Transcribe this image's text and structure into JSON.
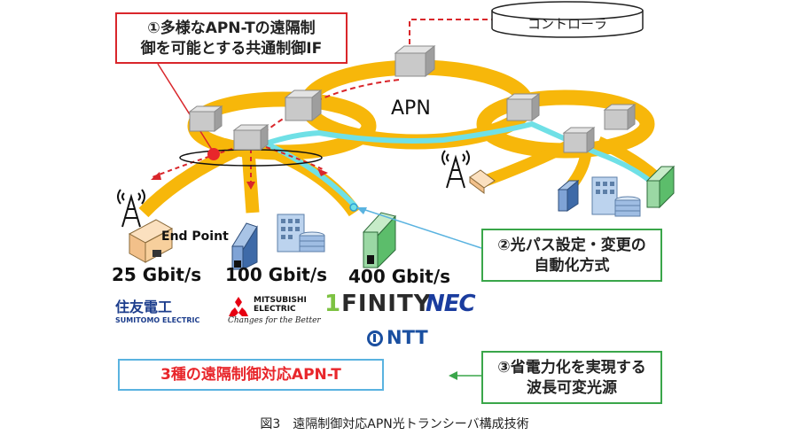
{
  "callouts": {
    "one": {
      "line1": "①多様なAPN-Tの遠隔制",
      "line2": "御を可能とする共通制御IF",
      "color": "#d9262b"
    },
    "two": {
      "line1": "②光パス設定・変更の",
      "line2": "自動化方式",
      "color": "#3aa64a"
    },
    "three": {
      "line1": "③省電力化を実現する",
      "line2": "波長可変光源",
      "color": "#3aa64a"
    }
  },
  "network": {
    "apn_label": "APN",
    "controller_label": "コントローラ",
    "ring_color": "#f7b70a",
    "path_color": "#6fe0e6"
  },
  "endpoints": {
    "label": "End Point",
    "rates": [
      "25 Gbit/s",
      "100 Gbit/s",
      "400 Gbit/s"
    ]
  },
  "vendors": {
    "sumitomo_jp": "住友電工",
    "sumitomo_en": "SUMITOMO ELECTRIC",
    "mitsubishi_line1": "MITSUBISHI",
    "mitsubishi_line2": "ELECTRIC",
    "mitsubishi_tagline": "Changes for the Better",
    "finity_one": "1",
    "finity_rest": "FINITY",
    "nec": "NEC",
    "ntt": "NTT"
  },
  "result_label": "3種の遠隔制御対応APN-T",
  "caption": "図3　遠隔制御対応APN光トランシーバ構成技術"
}
